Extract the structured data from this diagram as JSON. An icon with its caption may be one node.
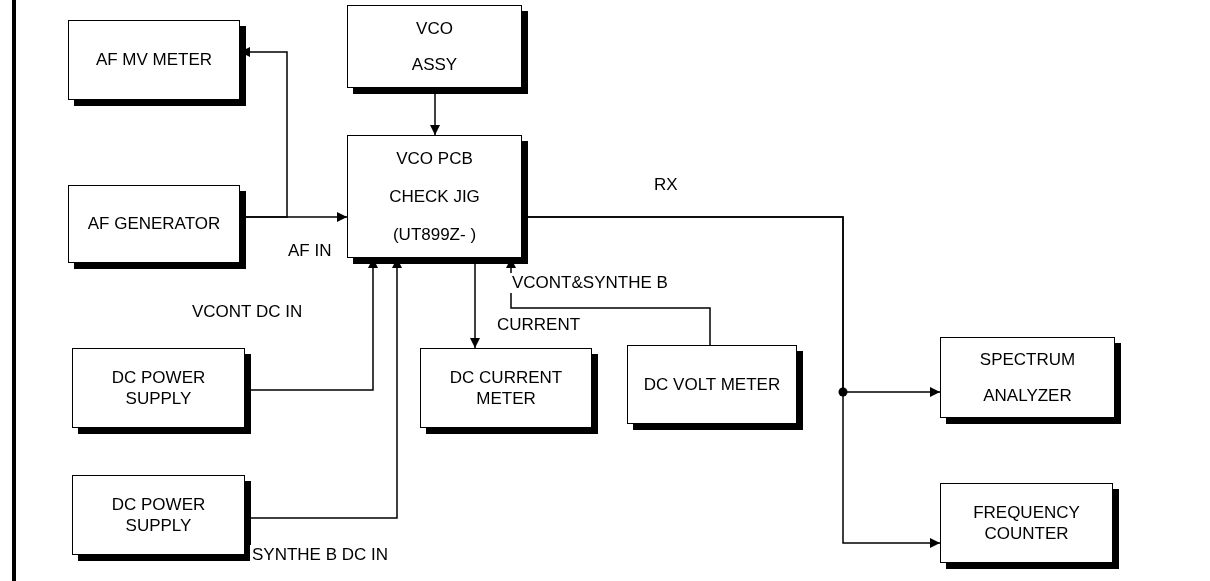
{
  "diagram": {
    "nodes": [
      {
        "text": [
          "AF MV METER"
        ]
      },
      {
        "text": [
          "VCO",
          "ASSY"
        ]
      },
      {
        "text": [
          "VCO PCB",
          "CHECK JIG",
          "(UT899Z-   )"
        ]
      },
      {
        "text": [
          "AF GENERATOR"
        ]
      },
      {
        "text": [
          "DC POWER SUPPLY"
        ]
      },
      {
        "text": [
          "DC CURRENT METER"
        ]
      },
      {
        "text": [
          "DC VOLT METER"
        ]
      },
      {
        "text": [
          "SPECTRUM",
          "ANALYZER"
        ]
      },
      {
        "text": [
          "DC POWER SUPPLY"
        ]
      },
      {
        "text": [
          "FREQUENCY COUNTER"
        ]
      }
    ],
    "edges": [
      {
        "from": 3,
        "to": 2,
        "arrow": "to",
        "label": "AF IN"
      },
      {
        "from": 3,
        "to": 0,
        "arrow": "to"
      },
      {
        "from": 1,
        "to": 2,
        "arrow": "to"
      },
      {
        "from": 4,
        "to": 2,
        "arrow": "to",
        "label": "VCONT DC IN"
      },
      {
        "from": 8,
        "to": 2,
        "arrow": "to",
        "label": "SYNTHE B DC IN"
      },
      {
        "from": 2,
        "to": 5,
        "arrow": "to",
        "label": "CURRENT"
      },
      {
        "from": 6,
        "to": 2,
        "arrow": "to",
        "label": "VCONT&SYNTHE B"
      },
      {
        "from": 2,
        "to": 7,
        "arrow": "to",
        "label": "RX"
      },
      {
        "from": 2,
        "to": 9,
        "arrow": "to"
      }
    ]
  }
}
